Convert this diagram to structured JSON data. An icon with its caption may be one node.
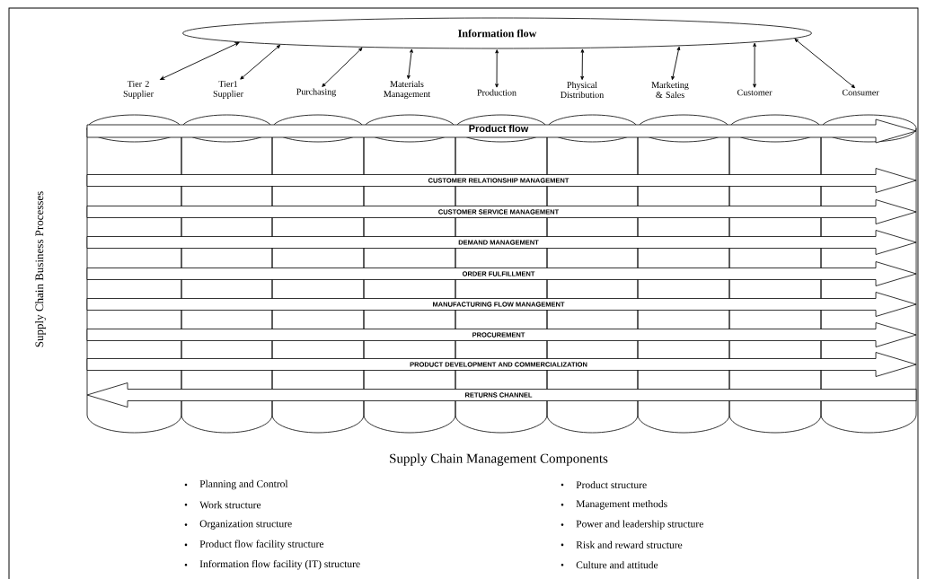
{
  "diagram": {
    "nodes": [
      {
        "text": [
          "Information flow"
        ]
      },
      {
        "text": [
          "Tier 2 Supplier"
        ]
      },
      {
        "text": [
          "Tier1 Supplier"
        ]
      },
      {
        "text": [
          "Purchasing"
        ]
      },
      {
        "text": [
          "Materials Management"
        ]
      },
      {
        "text": [
          "Production"
        ]
      },
      {
        "text": [
          "Physical Distribution"
        ]
      },
      {
        "text": [
          "Marketing & Sales"
        ]
      },
      {
        "text": [
          "Customer"
        ]
      },
      {
        "text": [
          "Consumer"
        ]
      },
      {
        "text": [
          "Product flow"
        ]
      },
      {
        "text": [
          "CUSTOMER RELATIONSHIP MANAGEMENT"
        ]
      },
      {
        "text": [
          "CUSTOMER SERVICE MANAGEMENT"
        ]
      },
      {
        "text": [
          "DEMAND MANAGEMENT"
        ]
      },
      {
        "text": [
          "ORDER FULFILLMENT"
        ]
      },
      {
        "text": [
          "MANUFACTURING FLOW MANAGEMENT"
        ]
      },
      {
        "text": [
          "PROCUREMENT"
        ]
      },
      {
        "text": [
          "PRODUCT DEVELOPMENT AND COMMERCIALIZATION"
        ]
      },
      {
        "text": [
          "RETURNS CHANNEL"
        ]
      }
    ],
    "edges": [
      {
        "from": 1,
        "to": 0,
        "arrow": "both"
      },
      {
        "from": 2,
        "to": 0,
        "arrow": "both"
      },
      {
        "from": 3,
        "to": 0,
        "arrow": "both"
      },
      {
        "from": 4,
        "to": 0,
        "arrow": "both"
      },
      {
        "from": 5,
        "to": 0,
        "arrow": "both"
      },
      {
        "from": 6,
        "to": 0,
        "arrow": "both"
      },
      {
        "from": 7,
        "to": 0,
        "arrow": "both"
      },
      {
        "from": 8,
        "to": 0,
        "arrow": "both"
      },
      {
        "from": 9,
        "to": 0,
        "arrow": "both"
      }
    ],
    "labels": [
      "Supply Chain Business Processes",
      "Supply Chain Management Components",
      "Planning and Control",
      "Work structure",
      "Organization structure",
      "Product flow facility structure",
      "Information flow facility (IT) structure",
      "Product structure",
      "Management methods",
      "Power and leadership structure",
      "Risk and reward structure",
      "Culture and attitude"
    ]
  }
}
